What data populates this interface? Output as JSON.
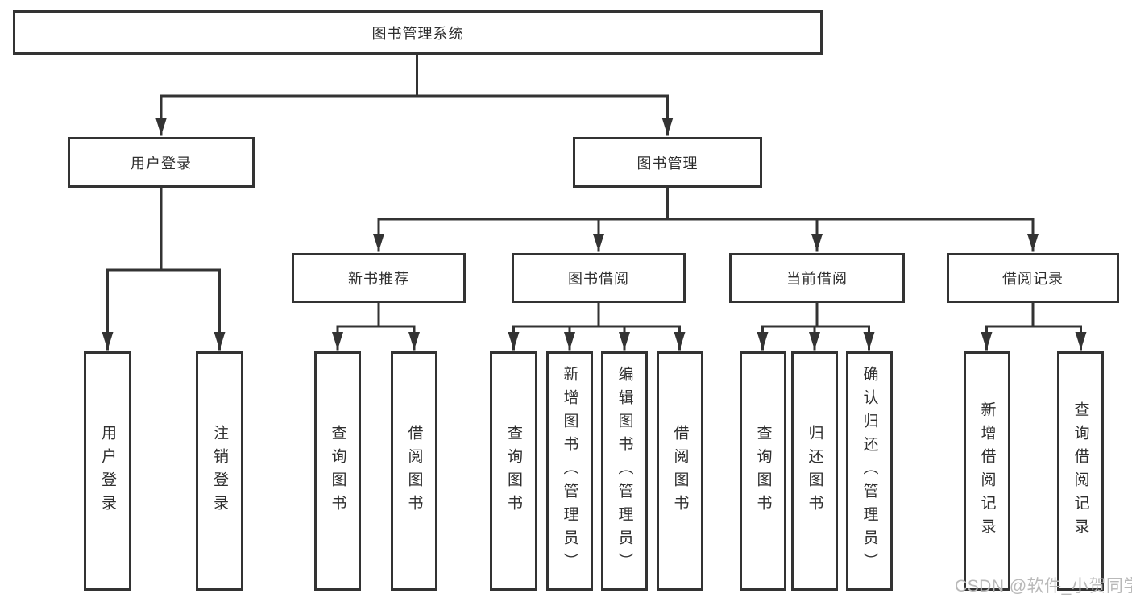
{
  "diagram": {
    "type": "function-structure-tree",
    "colors": {
      "line": "#333333",
      "box_border": "#333333",
      "box_fill": "#ffffff",
      "text": "#2f2f2f",
      "background": "#ffffff",
      "watermark": "#b9b9b9"
    },
    "tree": {
      "root": {
        "label": "图书管理系统"
      },
      "branches": [
        {
          "label": "用户登录",
          "children": [
            {
              "label": "用户登录"
            },
            {
              "label": "注销登录"
            }
          ]
        },
        {
          "label": "图书管理",
          "children": [
            {
              "label": "新书推荐",
              "children": [
                {
                  "label": "查询图书"
                },
                {
                  "label": "借阅图书"
                }
              ]
            },
            {
              "label": "图书借阅",
              "children": [
                {
                  "label": "查询图书"
                },
                {
                  "label": "新增图书（管理员）"
                },
                {
                  "label": "编辑图书（管理员）"
                },
                {
                  "label": "借阅图书"
                }
              ]
            },
            {
              "label": "当前借阅",
              "children": [
                {
                  "label": "查询图书"
                },
                {
                  "label": "归还图书"
                },
                {
                  "label": "确认归还（管理员）"
                }
              ]
            },
            {
              "label": "借阅记录",
              "children": [
                {
                  "label": "新增借阅记录"
                },
                {
                  "label": "查询借阅记录"
                }
              ]
            }
          ]
        }
      ]
    },
    "watermark": {
      "text": "CSDN @软件_小贺同学"
    }
  }
}
